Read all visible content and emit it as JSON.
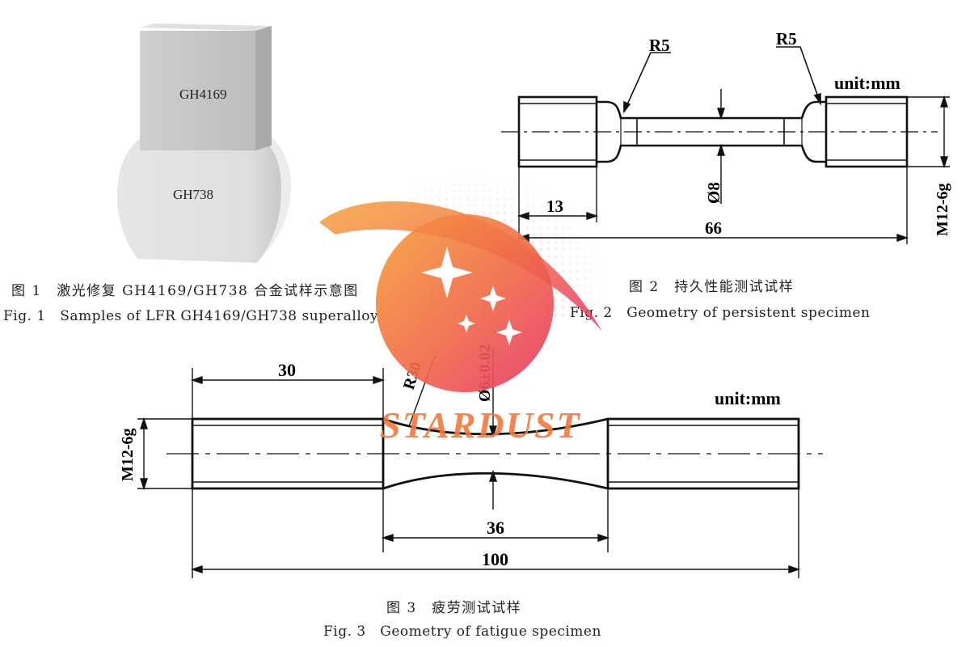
{
  "fig1": {
    "block_label": "GH4169",
    "base_label": "GH738",
    "caption_cn": "图 1　激光修复 GH4169/GH738 合金试样示意图",
    "caption_en": "Fig. 1　Samples of LFR GH4169/GH738 superalloy"
  },
  "fig2": {
    "r5_left": "R5",
    "r5_right": "R5",
    "unit": "unit:mm",
    "dia": "Ø8",
    "dim_13": "13",
    "dim_66": "66",
    "thread": "M12-6g",
    "caption_cn": "图 2　持久性能测试试样",
    "caption_en": "Fig. 2　Geometry of persistent specimen"
  },
  "fig3": {
    "dim_30": "30",
    "r30": "R30",
    "dia": "Ø6±0.02",
    "unit": "unit:mm",
    "thread": "M12-6g",
    "dim_36": "36",
    "dim_100": "100",
    "caption_cn": "图 3　疲劳测试试样",
    "caption_en": "Fig. 3　Geometry of fatigue specimen"
  },
  "watermark": {
    "text": "STARDUST"
  }
}
